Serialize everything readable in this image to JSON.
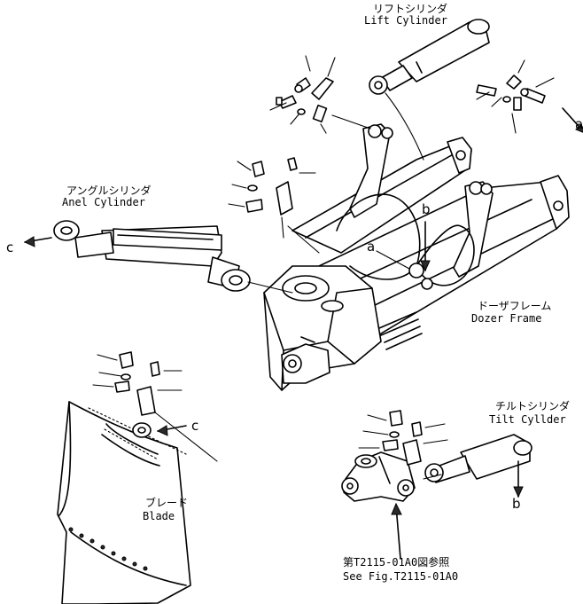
{
  "labels": {
    "lift_jp": "リフトシリンダ",
    "lift_en": "Lift Cylinder",
    "angle_jp": "アングルシリンダ",
    "angle_en": "Anel Cylinder",
    "frame_jp": "ドーザフレーム",
    "frame_en": "Dozer Frame",
    "tilt_jp": "チルトシリンダ",
    "tilt_en": "Tilt Cyllder",
    "blade_jp": "ブレード",
    "blade_en": "Blade",
    "ref_jp": "第T2115-01A0図参照",
    "ref_en": "See Fig.T2115-01A0"
  },
  "letters": {
    "a_top": "a",
    "a_mid": "a",
    "b_mid": "b",
    "b_tilt": "b",
    "c_left": "c",
    "c_blade": "c"
  }
}
